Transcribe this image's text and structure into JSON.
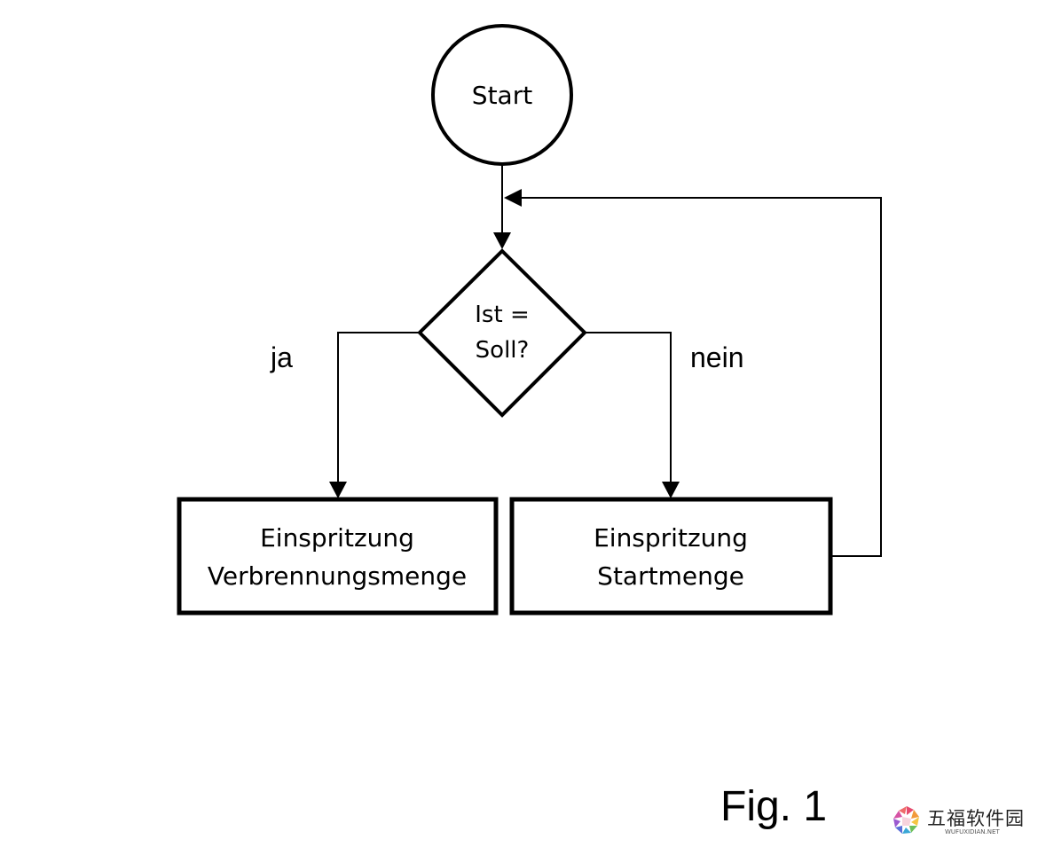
{
  "nodes": {
    "start": "Start",
    "decision_line1": "Ist =",
    "decision_line2": "Soll?",
    "left_box_line1": "Einspritzung",
    "left_box_line2": "Verbrennungsmenge",
    "right_box_line1": "Einspritzung",
    "right_box_line2": "Startmenge"
  },
  "edges": {
    "yes_label": "ja",
    "no_label": "nein"
  },
  "figure_label": "Fig. 1",
  "watermark": {
    "title": "五福软件园",
    "subtitle": "WUFUXIDIAN.NET",
    "logo_icon": "faceted-logo-icon"
  }
}
